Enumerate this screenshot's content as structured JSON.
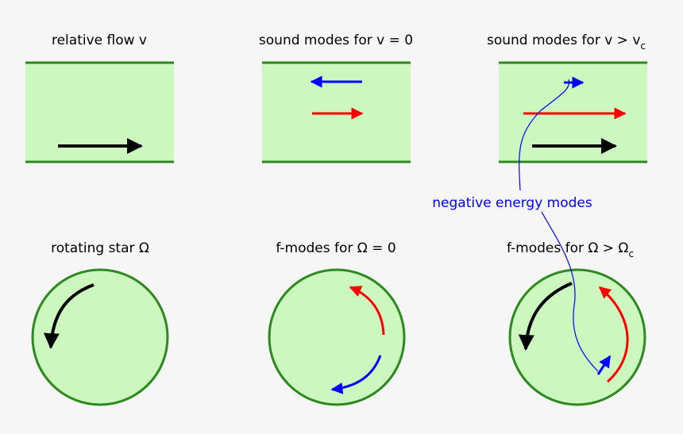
{
  "panels": {
    "flow": {
      "title": "relative flow v"
    },
    "sound_zero": {
      "title": "sound modes for v = 0"
    },
    "sound_super": {
      "title_main": "sound modes for v > v",
      "title_sub": "c"
    },
    "star": {
      "title": "rotating star Ω"
    },
    "fmodes_zero": {
      "title": "f-modes for  Ω = 0"
    },
    "fmodes_super": {
      "title_main": "f-modes for Ω > Ω",
      "title_sub": "c"
    }
  },
  "annotation": {
    "label": "negative energy modes"
  },
  "colors": {
    "fill": "#ccf7bf",
    "border": "#2e8a20",
    "flow_arrow": "#000000",
    "mode_red": "#ff0000",
    "mode_blue": "#0000ff",
    "background": "#f6f6f6"
  }
}
